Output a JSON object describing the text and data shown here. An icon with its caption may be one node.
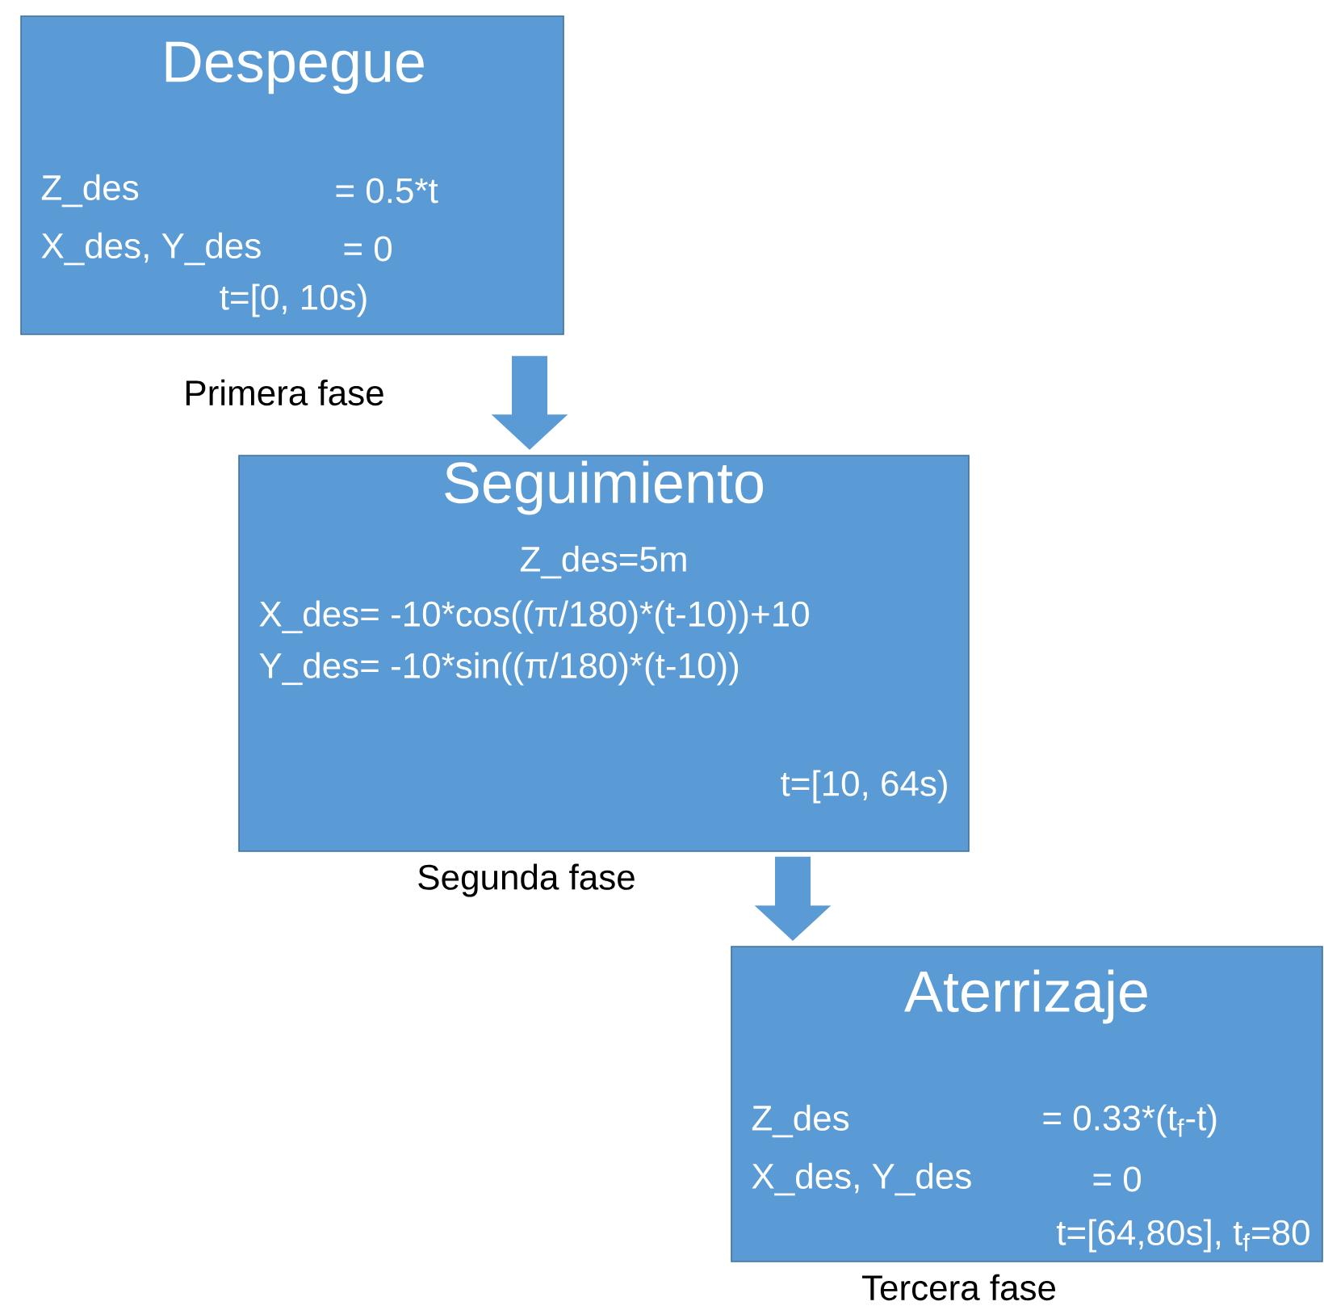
{
  "diagram": {
    "nodes": [
      {
        "text": [
          "Despegue",
          "Z_des",
          "= 0.5*t",
          "X_des, Y_des",
          "= 0",
          "t=[0, 10s)"
        ],
        "beside": [
          "Primera fase"
        ]
      },
      {
        "text": [
          "Seguimiento",
          "Z_des=5m",
          "X_des= -10*cos((π/180)*(t-10))+10",
          "Y_des= -10*sin((π/180)*(t-10))",
          "t=[10, 64s)"
        ],
        "beside": [
          "Segunda fase"
        ]
      },
      {
        "text": [
          "Aterrizaje",
          "Z_des",
          "=  0.33*(t$_{f}$-t)",
          "X_des, Y_des",
          "= 0",
          "t=[64,80s], t$_{f}$=80"
        ],
        "beside": [
          "Tercera fase"
        ]
      }
    ],
    "edges": [
      {
        "from": 0,
        "to": 1,
        "arrow": "to"
      },
      {
        "from": 1,
        "to": 2,
        "arrow": "to"
      }
    ]
  }
}
